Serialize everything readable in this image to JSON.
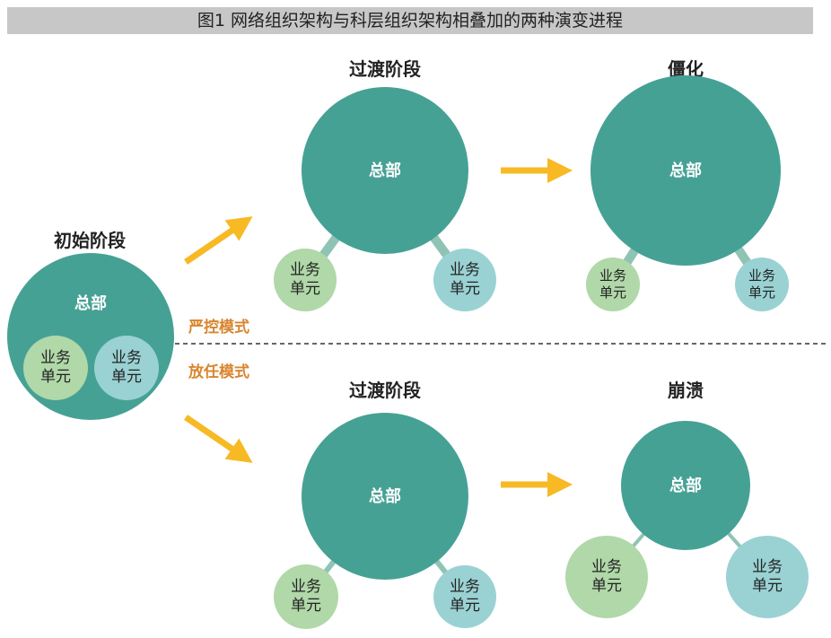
{
  "title": "图1 网络组织架构与科层组织架构相叠加的两种演变进程",
  "stages": {
    "initial": "初始阶段",
    "transition_top": "过渡阶段",
    "ossified": "僵化",
    "transition_bottom": "过渡阶段",
    "collapse": "崩溃"
  },
  "modes": {
    "strict": "严控模式",
    "laissez_faire": "放任模式"
  },
  "hq_label": "总部",
  "unit_label": "业务单元",
  "colors": {
    "hq": "#46a195",
    "unit_green": "#b0d8a8",
    "unit_blue": "#9ad2d4",
    "arrow": "#f7b924",
    "mode_text": "#d9852f"
  }
}
